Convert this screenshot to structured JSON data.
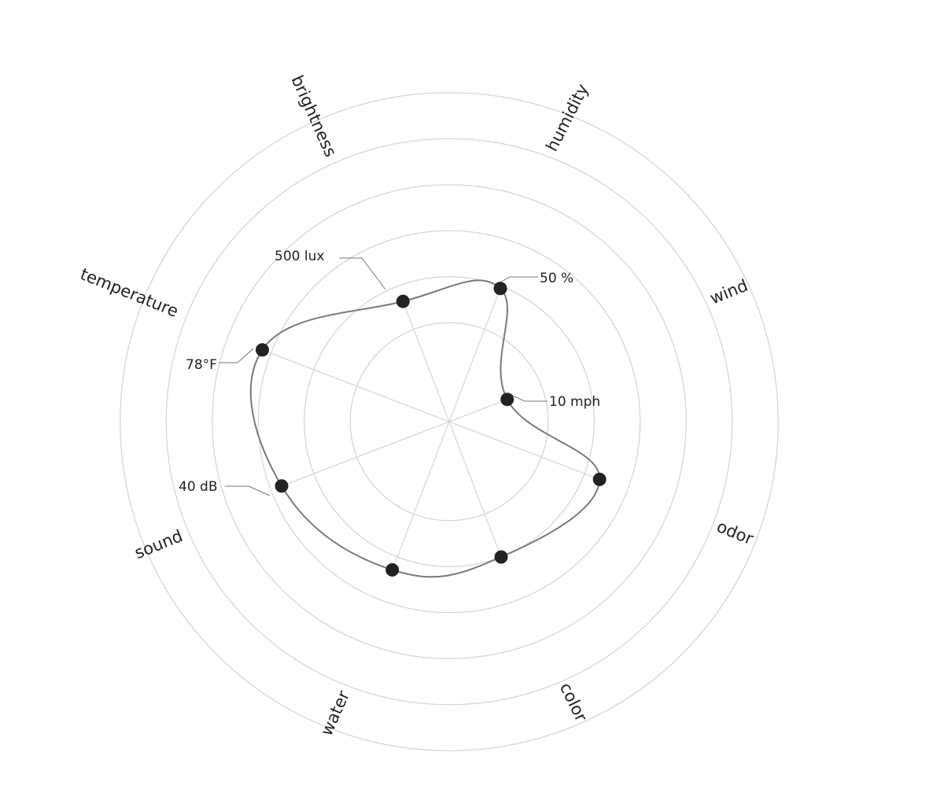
{
  "chart_data": {
    "type": "radar",
    "axes": [
      "brightness",
      "humidity",
      "wind",
      "odor",
      "color",
      "water",
      "sound",
      "temperature"
    ],
    "values": [
      2.8,
      3.1,
      1.35,
      3.5,
      3.15,
      3.45,
      3.9,
      4.35
    ],
    "rings": 6,
    "grid": true,
    "annotations": [
      {
        "axis": "brightness",
        "text": "500 lux"
      },
      {
        "axis": "humidity",
        "text": "50 %"
      },
      {
        "axis": "wind",
        "text": "10 mph"
      },
      {
        "axis": "temperature",
        "text": "78°F"
      },
      {
        "axis": "sound",
        "text": "40 dB"
      }
    ],
    "colors": {
      "grid": "#d6d6d6",
      "line": "#7a7a7a",
      "point": "#222222",
      "text": "#222222"
    }
  }
}
